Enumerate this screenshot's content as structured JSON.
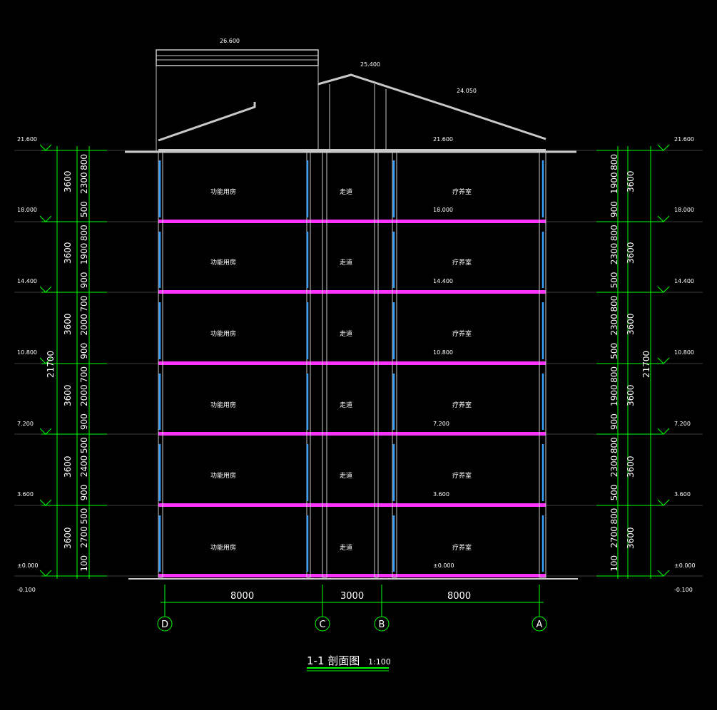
{
  "drawing": {
    "title": "1-1 剖面图",
    "scale": "1:100",
    "roof_top_level": "26.600",
    "ridge_level": "25.400",
    "eave_level": "24.050",
    "level_left": [
      "21.600",
      "18.000",
      "14.400",
      "10.800",
      "7.200",
      "3.600",
      "±0.000",
      "-0.100"
    ],
    "level_right": [
      "21.600",
      "18.000",
      "14.400",
      "10.800",
      "7.200",
      "3.600",
      "±0.000",
      "-0.100"
    ],
    "level_center": [
      "21.600",
      "18.000",
      "14.400",
      "10.800",
      "7.200",
      "3.600",
      "±0.000"
    ],
    "total_height": "21700",
    "story_height": "3600",
    "rooms": {
      "left": "功能用房",
      "corridor": "走道",
      "right": "疗养室"
    },
    "bays": [
      "8000",
      "3000",
      "8000"
    ],
    "axes": [
      "D",
      "C",
      "B",
      "A"
    ],
    "left_sub_dims": [
      "800",
      "2300",
      "500",
      "800",
      "1900",
      "900",
      "700",
      "2000",
      "900",
      "700",
      "2000",
      "900",
      "500",
      "2400",
      "900",
      "500",
      "2700",
      "100"
    ],
    "right_sub_dims": [
      "800",
      "1900",
      "900",
      "800",
      "2300",
      "500",
      "800",
      "2300",
      "500",
      "800",
      "1900",
      "900",
      "800",
      "2300",
      "500",
      "800",
      "2700",
      "100"
    ],
    "colors": {
      "background": "#000000",
      "dimension": "#00ff00",
      "slab": "#ff33ff",
      "glazing": "#3aa0ff",
      "wall": "#c8c8c8",
      "text": "#ffffff"
    }
  }
}
